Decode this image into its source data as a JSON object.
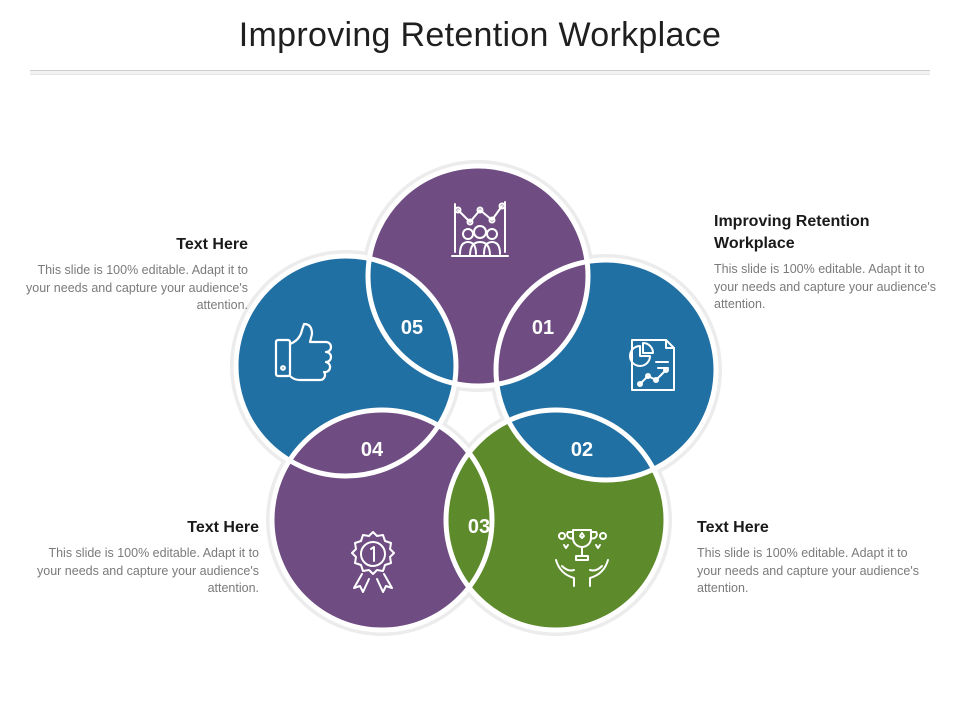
{
  "title": "Improving Retention Workplace",
  "colors": {
    "purple": "#6f4c82",
    "blue": "#2170a3",
    "green": "#5d8a2b",
    "ring": "#eaeaea"
  },
  "segments": [
    {
      "number": "01",
      "icon": "report-chart-icon"
    },
    {
      "number": "02",
      "icon": ""
    },
    {
      "number": "03",
      "icon": "trophy-hands-icon"
    },
    {
      "number": "04",
      "icon": "award-medal-icon"
    },
    {
      "number": "05",
      "icon": "thumbs-up-icon"
    }
  ],
  "top_icon": "team-growth-icon",
  "blocks": {
    "top_right": {
      "heading": "Improving Retention Workplace",
      "body": "This slide is 100% editable. Adapt it to your needs and capture your audience's attention."
    },
    "top_left": {
      "heading": "Text Here",
      "body": "This slide is 100% editable. Adapt it to your needs and capture your audience's attention."
    },
    "bottom_left": {
      "heading": "Text Here",
      "body": "This slide is 100% editable. Adapt it to your needs and capture your audience's attention."
    },
    "bottom_right": {
      "heading": "Text Here",
      "body": "This slide is 100% editable. Adapt it to your needs and capture your audience's attention."
    }
  }
}
